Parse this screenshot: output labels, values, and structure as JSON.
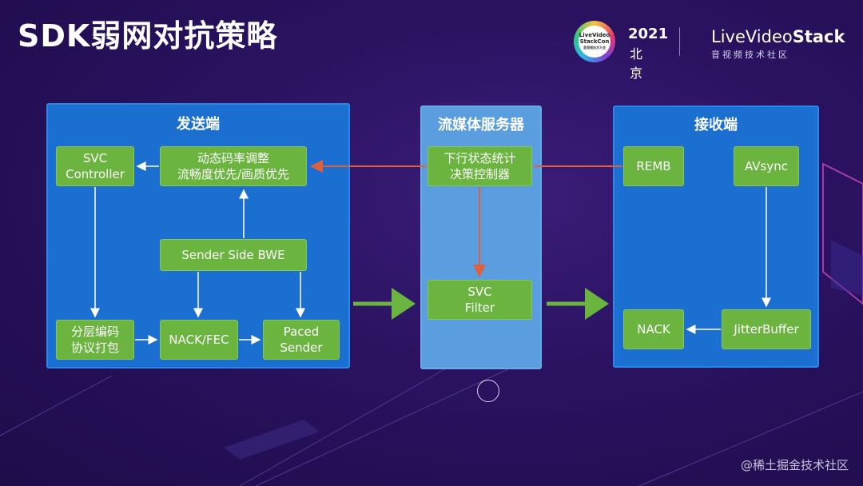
{
  "title": "SDK弱网对抗策略",
  "header": {
    "logo_line1": "LiveVideo",
    "logo_line2": "StackCon",
    "logo_line3": "音视频技术大会",
    "year": "2021",
    "city": "北京",
    "brand_light": "LiveVideo",
    "brand_bold": "Stack",
    "brand_sub": "音视频技术社区"
  },
  "sender": {
    "title": "发送端",
    "svc_controller": [
      "SVC",
      "Controller"
    ],
    "dynamic_rate": [
      "动态码率调整",
      "流畅度优先/画质优先"
    ],
    "sender_bwe": "Sender Side BWE",
    "layered_encoding": [
      "分层编码",
      "协议打包"
    ],
    "nack_fec": "NACK/FEC",
    "paced_sender": [
      "Paced",
      "Sender"
    ]
  },
  "server": {
    "title": "流媒体服务器",
    "downlink_control": [
      "下行状态统计",
      "决策控制器"
    ],
    "svc_filter": [
      "SVC",
      "Filter"
    ]
  },
  "receiver": {
    "title": "接收端",
    "remb": "REMB",
    "avsync": "AVsync",
    "nack": "NACK",
    "jitter_buffer": "JitterBuffer"
  },
  "watermark": "@稀土掘金技术社区",
  "colors": {
    "background": "#2a1260",
    "panel_blue": "#1a6fd1",
    "server_blue": "#5b9ee0",
    "box_green": "#6bb43f",
    "feedback_arrow": "#e0603e",
    "flow_arrow": "#6bb43f"
  }
}
